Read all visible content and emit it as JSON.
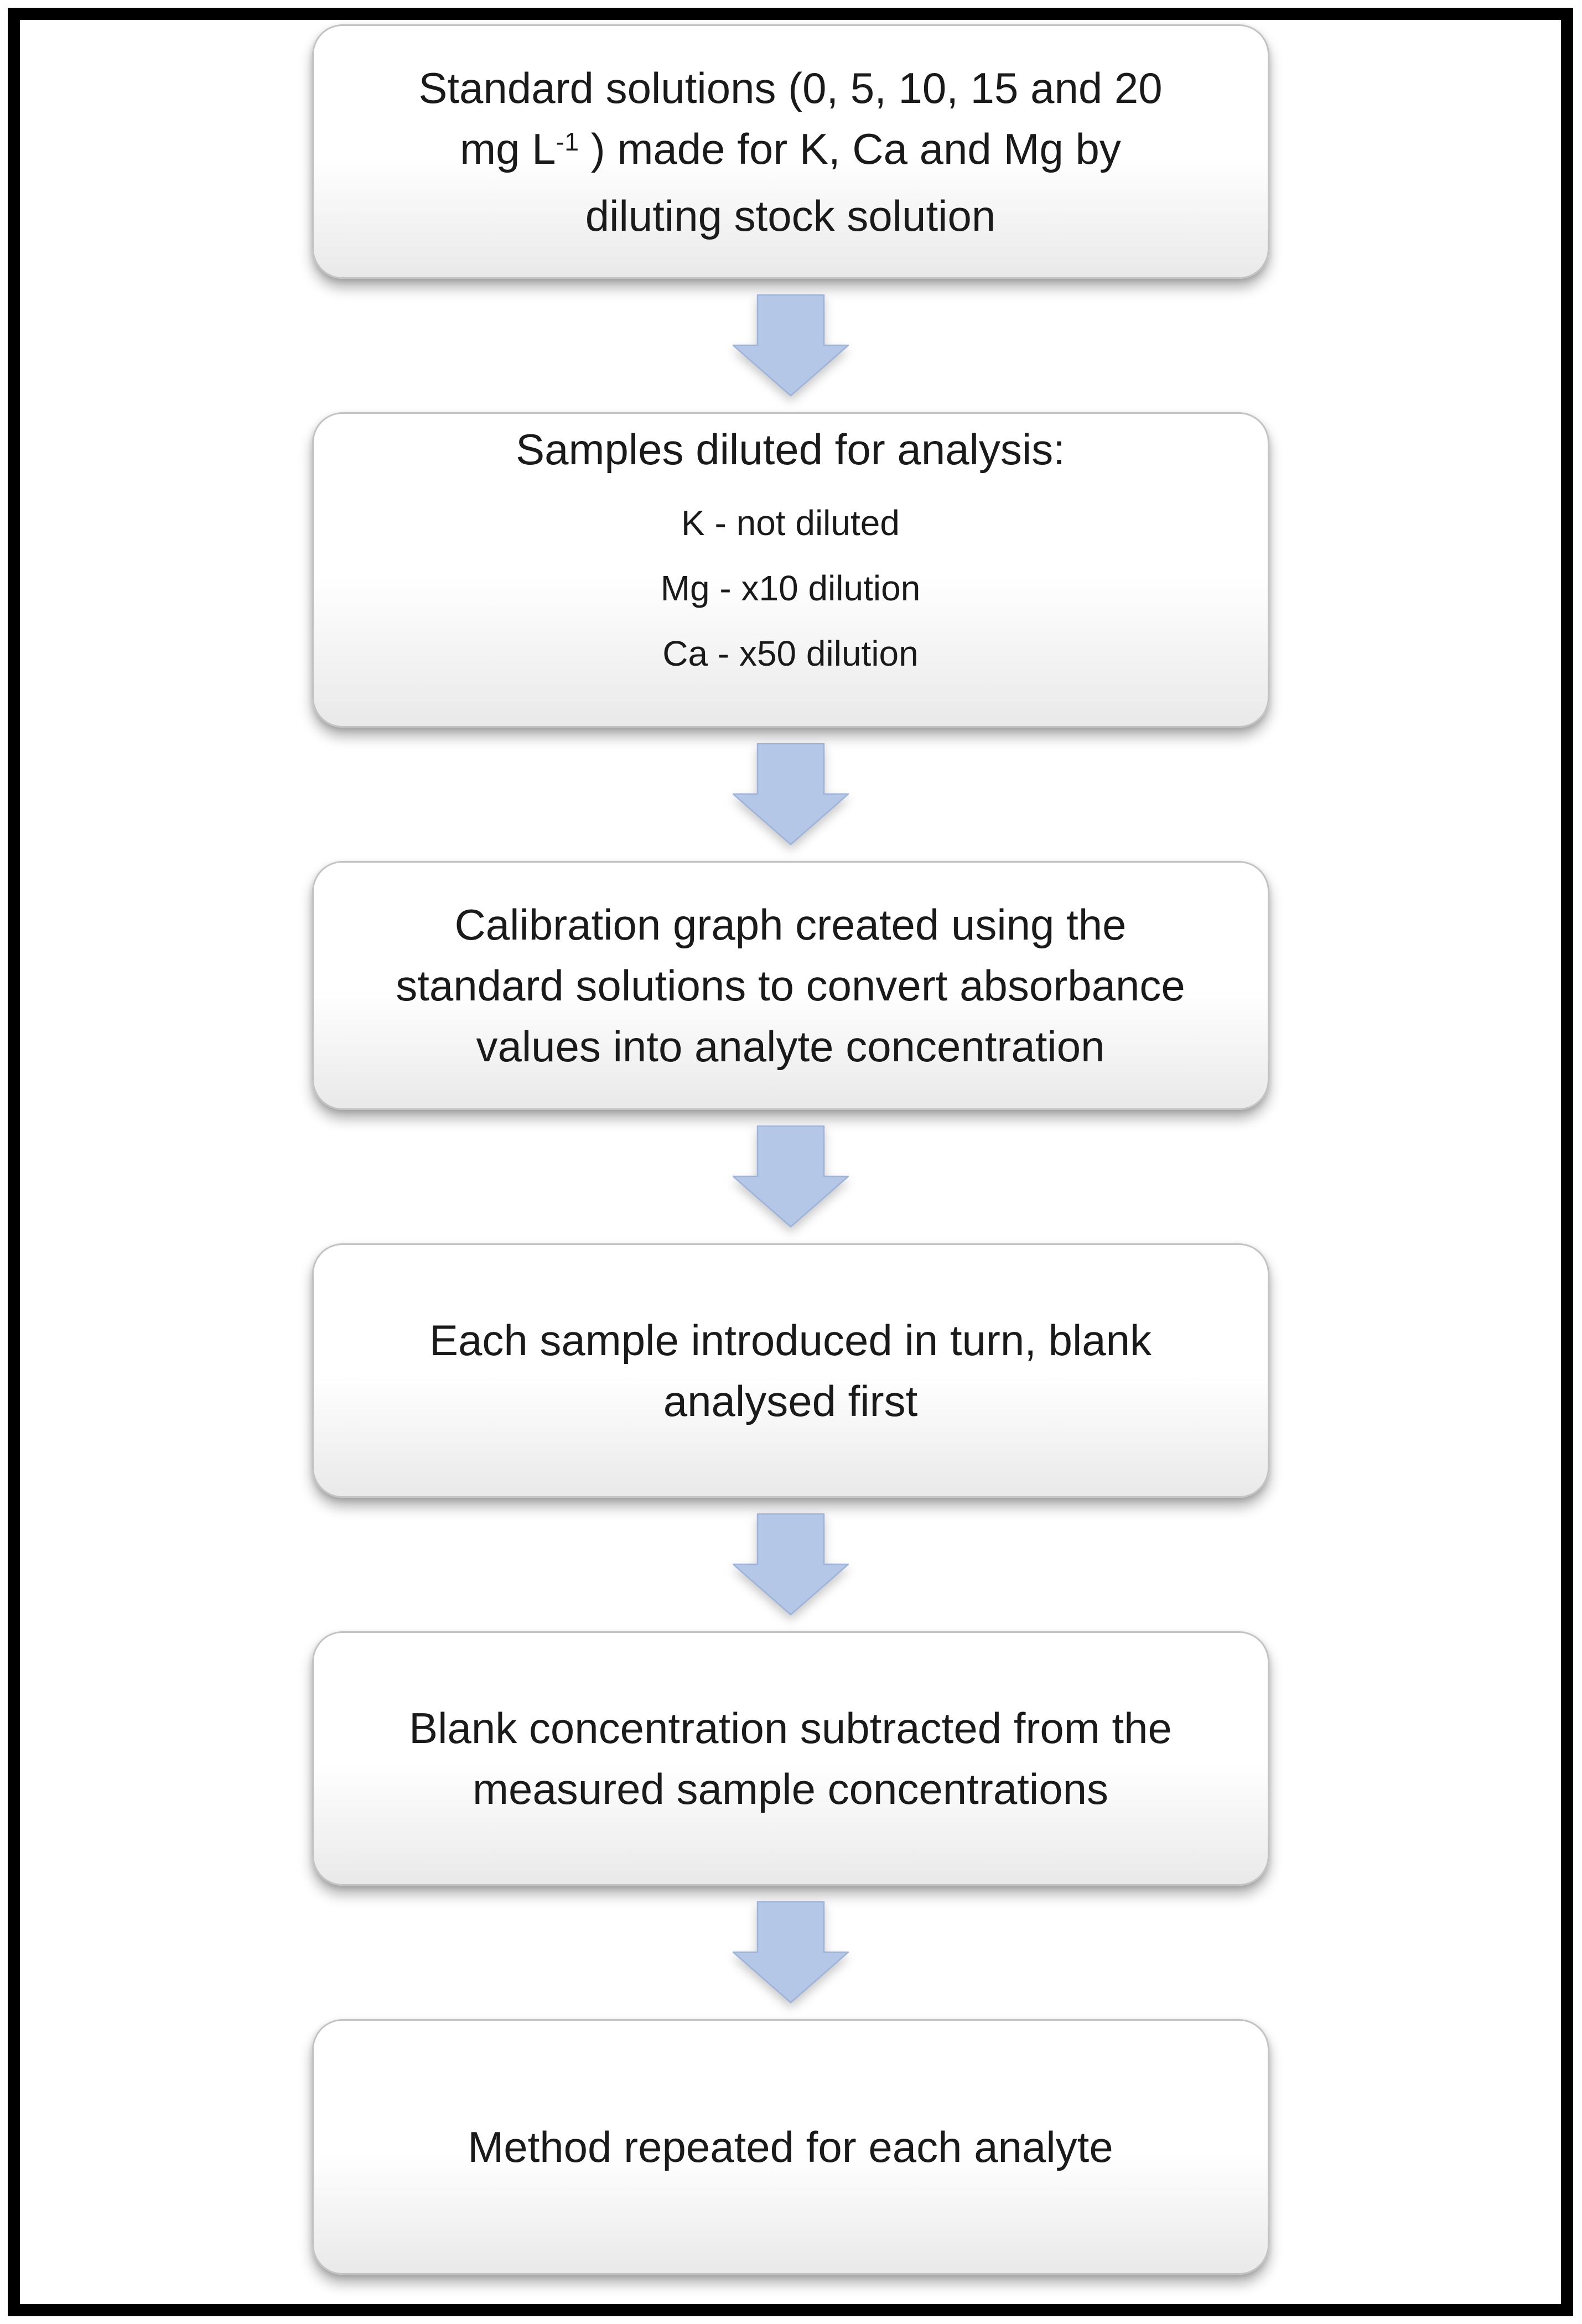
{
  "colors": {
    "frame_border": "#000000",
    "box_border": "#c3c3c3",
    "box_gradient_bottom": "#e9e9e9",
    "arrow_fill": "#b4c7e7",
    "arrow_edge": "#9db3da",
    "text": "#1a1a1a",
    "background": "#ffffff"
  },
  "flow": {
    "steps": [
      {
        "name": "standard-solutions",
        "line1": "Standard solutions (0, 5, 10, 15 and 20",
        "line2_prefix": "mg L",
        "line2_sup": "-1",
        "line2_suffix": " ) made for K, Ca and Mg by",
        "line3": "diluting stock solution"
      },
      {
        "name": "samples-diluted",
        "title": "Samples diluted for analysis:",
        "items": [
          "K - not diluted",
          "Mg - x10 dilution",
          "Ca - x50 dilution"
        ]
      },
      {
        "name": "calibration-graph",
        "line1": "Calibration graph created using the",
        "line2": "standard solutions to convert absorbance",
        "line3": "values into analyte concentration"
      },
      {
        "name": "sample-introduced",
        "line1": "Each sample introduced in turn, blank",
        "line2": "analysed first"
      },
      {
        "name": "blank-subtracted",
        "line1": "Blank concentration subtracted from the",
        "line2": "measured sample concentrations"
      },
      {
        "name": "method-repeated",
        "line1": "Method repeated for each analyte"
      }
    ]
  }
}
